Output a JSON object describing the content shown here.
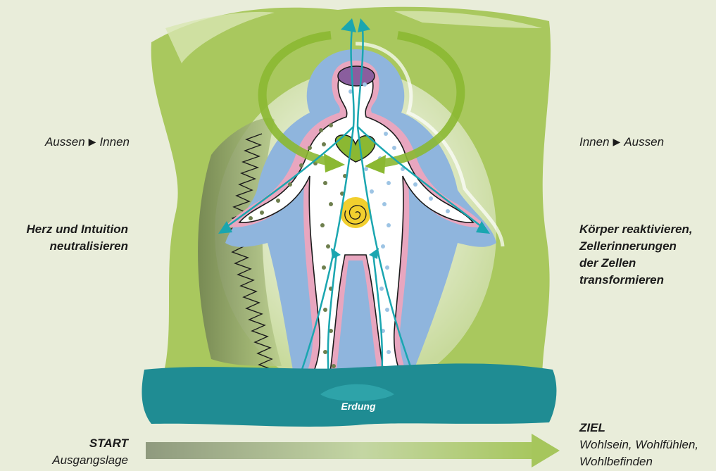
{
  "labels": {
    "outside_to_inside": {
      "from": "Aussen",
      "to": "Innen"
    },
    "inside_to_outside": {
      "from": "Innen",
      "to": "Aussen"
    },
    "left_heading": [
      "Herz und Intuition",
      "neutralisieren"
    ],
    "right_heading": [
      "Körper reaktivieren,",
      "Zellerinnerungen",
      "der Zellen",
      "transformieren"
    ],
    "start": {
      "title": "START",
      "subtitle": "Ausgangslage"
    },
    "goal": {
      "title": "ZIEL",
      "lines": [
        "Wohlsein, Wohlfühlen,",
        "Wohlbefinden"
      ]
    },
    "grounding": "Erdung"
  },
  "colors": {
    "background": "#e9edda",
    "green_aura": "#a9c85e",
    "blue_body": "#8fb5dd",
    "pink_outline": "#e8a6bf",
    "teal_ground": "#1f8c93",
    "arrow_teal": "#1aa6b0",
    "heart": "#8bb832",
    "solar_plexus": "#f2cf2e",
    "crown": "#8a5e9e"
  },
  "icons": [
    "right-triangle-arrow-icon",
    "heart-icon",
    "spiral-icon"
  ]
}
